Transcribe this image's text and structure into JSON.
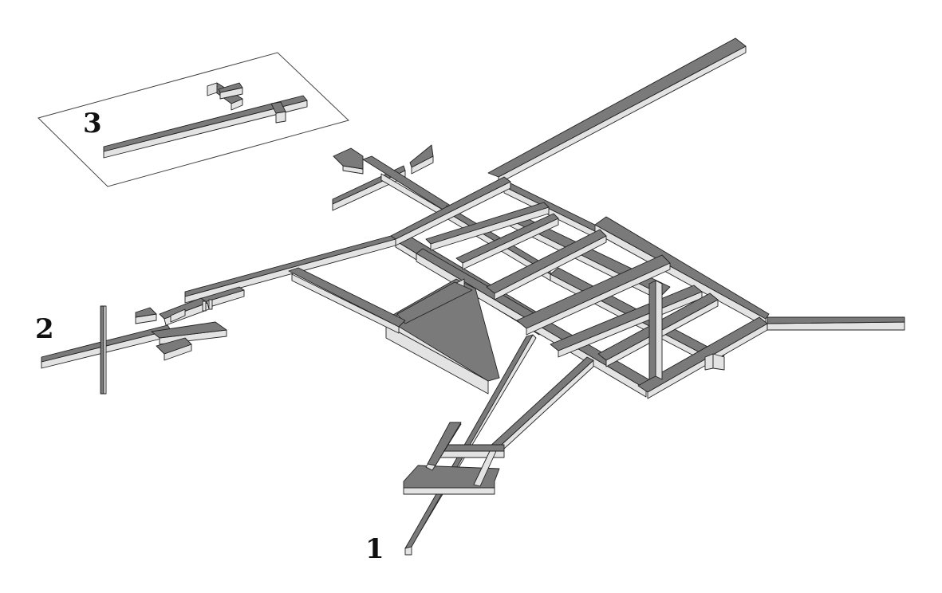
{
  "labels": {
    "one": "1",
    "two": "2",
    "three": "3"
  },
  "colors": {
    "background": "#ffffff",
    "top_face": "#7a7a7a",
    "side_face": "#e3e3e3",
    "outline": "#222222"
  }
}
